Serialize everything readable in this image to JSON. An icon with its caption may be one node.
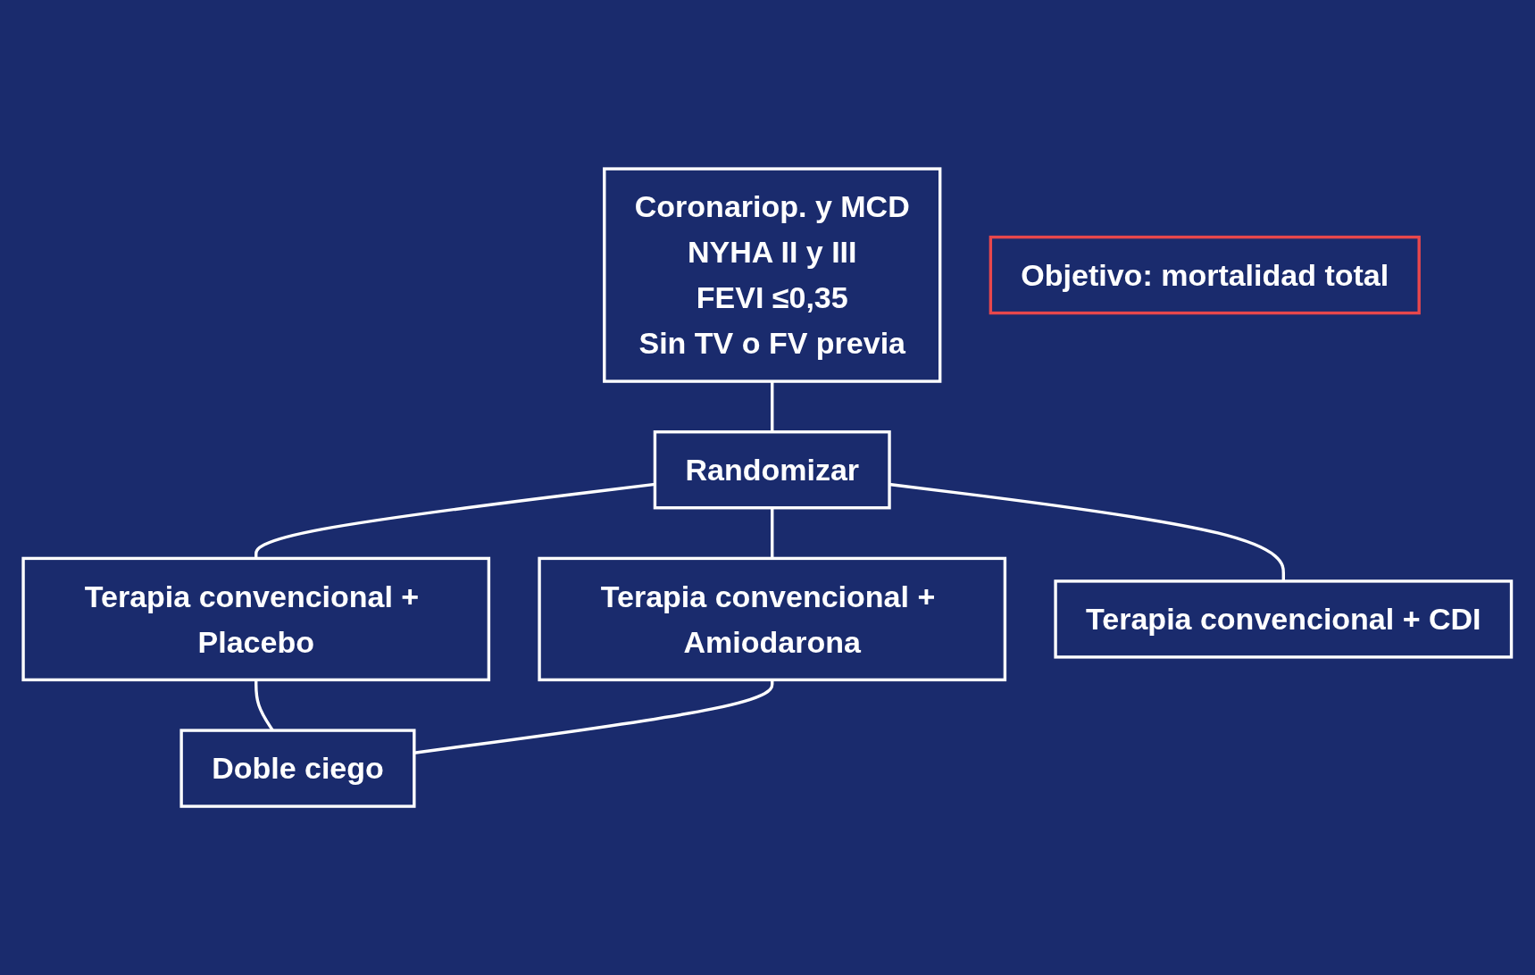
{
  "diagram": {
    "nodes": [
      {
        "text": [
          "Coronariop. y MCD",
          "NYHA II y III",
          "FEVI ≤0,35",
          "Sin TV o FV previa"
        ]
      },
      {
        "text": [
          "Randomizar"
        ]
      },
      {
        "text": [
          "Terapia convencional + Placebo"
        ]
      },
      {
        "text": [
          "Terapia convencional + Amiodarona"
        ]
      },
      {
        "text": [
          "Terapia convencional + CDI"
        ]
      },
      {
        "text": [
          "Doble ciego"
        ]
      },
      {
        "text": [
          "Objetivo: mortalidad total"
        ]
      }
    ],
    "edges": [
      {
        "from": 0,
        "to": 1,
        "arrow": "none"
      },
      {
        "from": 1,
        "to": 2,
        "arrow": "none"
      },
      {
        "from": 1,
        "to": 3,
        "arrow": "none"
      },
      {
        "from": 1,
        "to": 4,
        "arrow": "none"
      },
      {
        "from": 2,
        "to": 5,
        "arrow": "none"
      },
      {
        "from": 3,
        "to": 5,
        "arrow": "none"
      }
    ]
  }
}
